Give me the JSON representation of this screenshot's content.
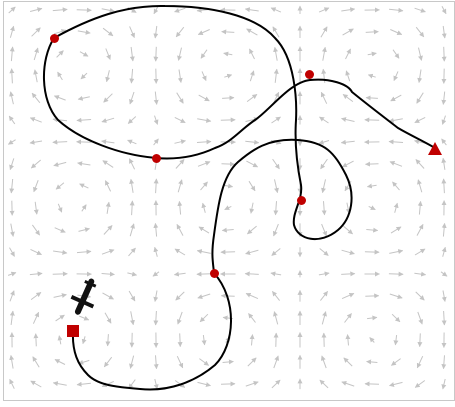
{
  "colors": {
    "background": "#ffffff",
    "frame": "#c8c8c8",
    "field_arrow": "#c4c4c4",
    "trajectory": "#000000",
    "marker": "#c00000"
  },
  "icons": {
    "start_marker": "red-square",
    "goal_marker": "red-triangle",
    "waypoint_marker": "red-circle",
    "vehicle": "dark-glider-silhouette"
  },
  "legend": "none",
  "grid": false
}
